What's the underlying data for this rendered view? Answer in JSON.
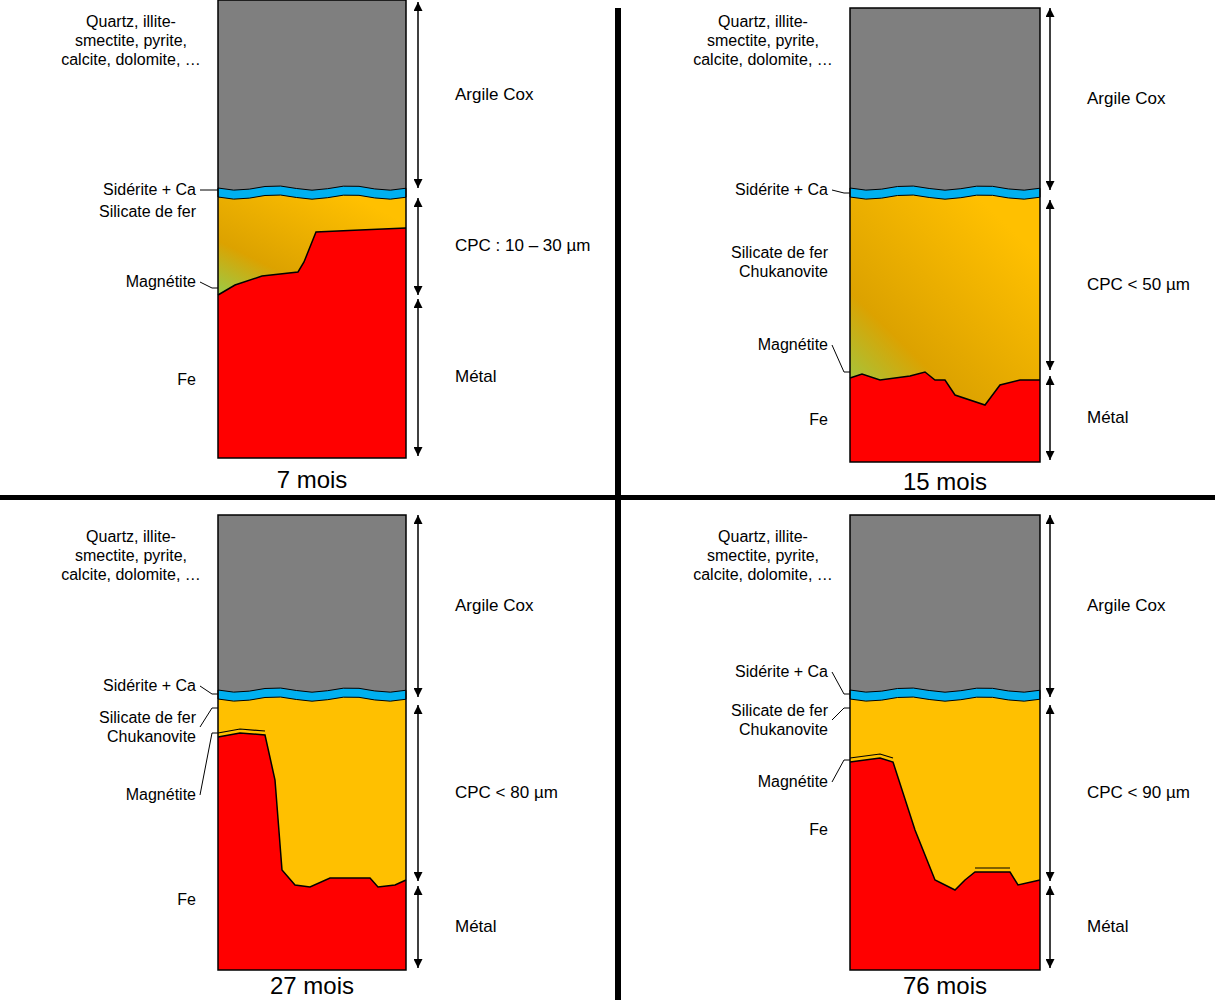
{
  "diagram": {
    "labels": [
      "Quartz, illite- smectite, pyrite, calcite, dolomite, …",
      "Sidérite + Ca",
      "Silicate de fer",
      "Magnétite",
      "Fe",
      "Argile Cox",
      "CPC : 10 – 30 µm",
      "Métal",
      "7 mois",
      "Quartz, illite- smectite, pyrite, calcite, dolomite, …",
      "Sidérite + Ca",
      "Silicate de fer Chukanovite",
      "Magnétite",
      "Fe",
      "Argile Cox",
      "CPC < 50 µm",
      "Métal",
      "15 mois",
      "Quartz, illite- smectite, pyrite, calcite, dolomite, …",
      "Sidérite + Ca",
      "Silicate de fer Chukanovite",
      "Magnétite",
      "Fe",
      "Argile Cox",
      "CPC < 80 µm",
      "Métal",
      "27 mois",
      "Quartz, illite- smectite, pyrite, calcite, dolomite, …",
      "Sidérite + Ca",
      "Silicate de fer Chukanovite",
      "Magnétite",
      "Fe",
      "Argile Cox",
      "CPC < 90 µm",
      "Métal",
      "76 mois"
    ]
  }
}
